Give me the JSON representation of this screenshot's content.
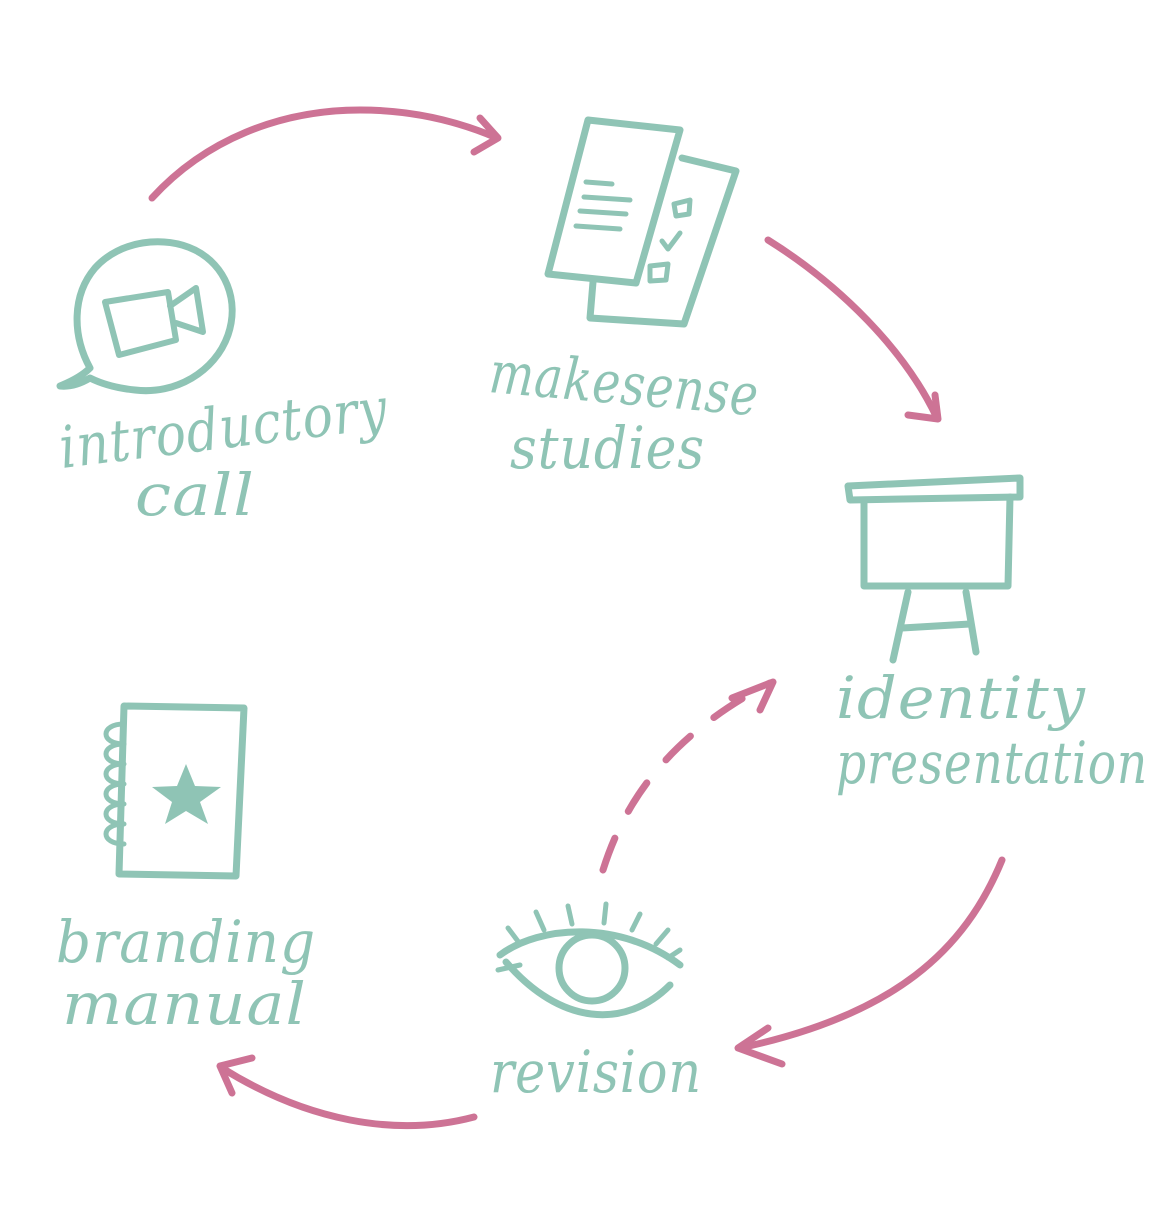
{
  "colors": {
    "background": "#ffffff",
    "ink_teal": "#8fc4b5",
    "arrow_pink": "#cd7395"
  },
  "steps": [
    {
      "id": "introductory-call",
      "icon": "video-call-bubble-icon",
      "lines": [
        "introductory",
        "call"
      ]
    },
    {
      "id": "makesense-studies",
      "icon": "documents-checklist-icon",
      "lines": [
        "makesense",
        "studies"
      ]
    },
    {
      "id": "identity-presentation",
      "icon": "presentation-easel-icon",
      "lines": [
        "identity",
        "presentation"
      ]
    },
    {
      "id": "revision",
      "icon": "eye-icon",
      "lines": [
        "revision"
      ]
    },
    {
      "id": "branding-manual",
      "icon": "notebook-star-icon",
      "lines": [
        "branding",
        "manual"
      ]
    }
  ],
  "connections": [
    {
      "from": "introductory-call",
      "to": "makesense-studies",
      "style": "solid"
    },
    {
      "from": "makesense-studies",
      "to": "identity-presentation",
      "style": "solid"
    },
    {
      "from": "identity-presentation",
      "to": "revision",
      "style": "solid"
    },
    {
      "from": "revision",
      "to": "identity-presentation",
      "style": "dashed"
    },
    {
      "from": "revision",
      "to": "branding-manual",
      "style": "solid"
    }
  ]
}
